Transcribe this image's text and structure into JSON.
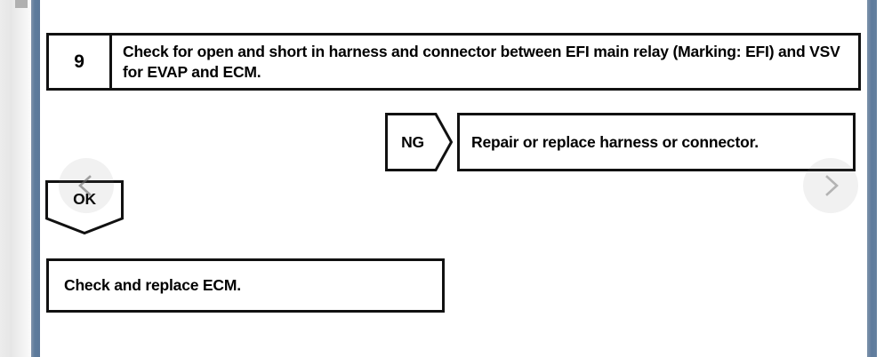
{
  "viewer": {
    "background_color": "#ffffff",
    "rail_color": "#5e7b9c",
    "gutter_color": "#ececec"
  },
  "flowchart": {
    "step": {
      "number": "9",
      "instruction": "Check for open and short in harness and connector between EFI main relay (Marking: EFI) and VSV for EVAP and ECM."
    },
    "branches": [
      {
        "marker": "NG",
        "marker_shape": "pentagon-right",
        "result": "Repair or replace harness or connector."
      },
      {
        "marker": "OK",
        "marker_shape": "pentagon-down",
        "result": "Check and replace ECM."
      }
    ]
  },
  "nav": {
    "prev_label": "chevron-left-icon",
    "next_label": "chevron-right-icon"
  }
}
